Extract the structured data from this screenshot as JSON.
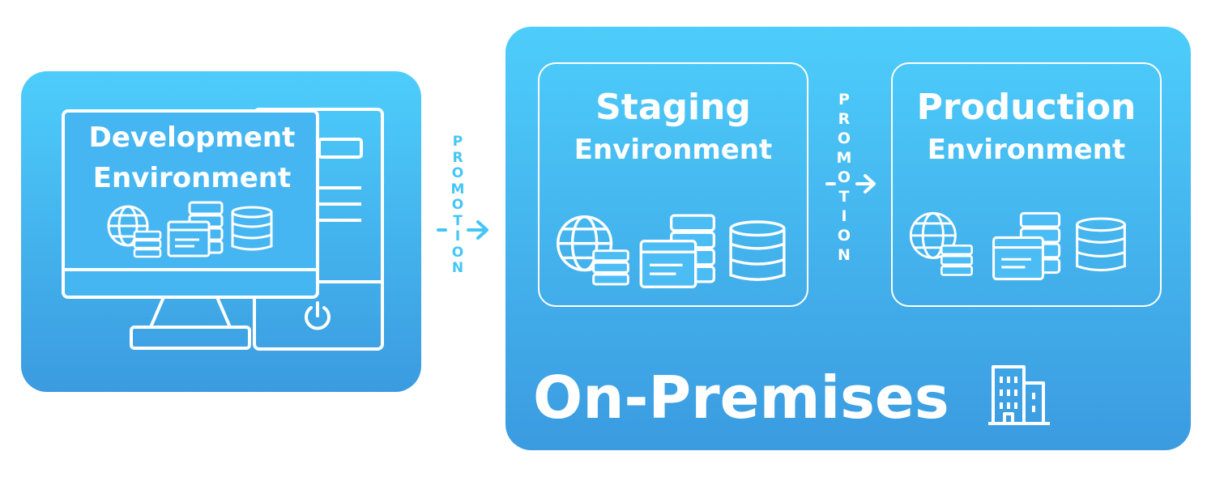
{
  "dev": {
    "title_line1": "Development",
    "title_line2": "Environment"
  },
  "staging": {
    "title_line1": "Staging",
    "title_line2": "Environment"
  },
  "production": {
    "title_line1": "Production",
    "title_line2": "Environment"
  },
  "onprem": {
    "label": "On-Premises"
  },
  "promotion": {
    "letters": [
      "P",
      "R",
      "O",
      "M",
      "O",
      "T",
      "I",
      "O",
      "N"
    ]
  },
  "colors": {
    "panel_top": "#4dcdfb",
    "panel_bottom": "#3b9be0",
    "promotion_text": "#44c6f6",
    "icon_stroke": "#ffffff"
  },
  "icons": [
    "monitor-icon",
    "globe-icon",
    "server-rack-icon",
    "browser-window-icon",
    "database-icon",
    "power-icon",
    "building-icon",
    "arrow-right-icon"
  ]
}
